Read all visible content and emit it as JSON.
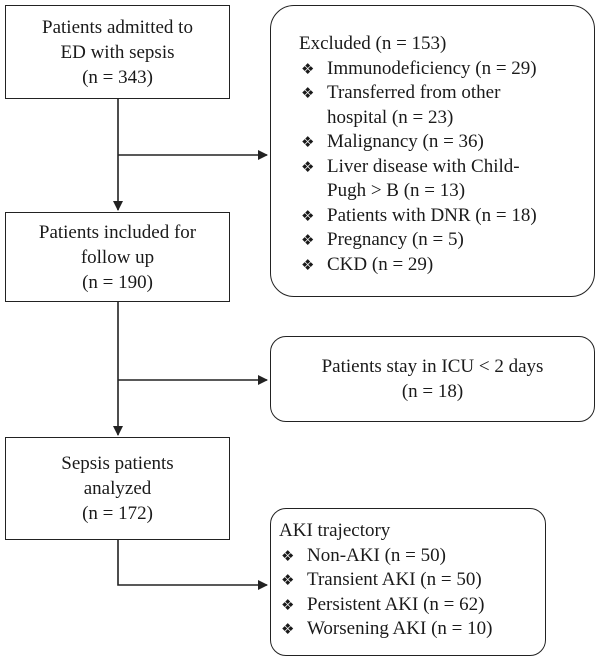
{
  "boxes": {
    "admitted": {
      "lines": [
        "Patients admitted to",
        "ED with sepsis",
        "(n = 343)"
      ]
    },
    "included": {
      "lines": [
        "Patients included for",
        "follow up",
        "(n = 190)"
      ]
    },
    "analyzed": {
      "lines": [
        "Sepsis patients",
        "analyzed",
        "(n = 172)"
      ]
    },
    "icu": {
      "lines": [
        "Patients stay in ICU < 2 days",
        "(n = 18)"
      ]
    },
    "excluded": {
      "title": "Excluded (n = 153)",
      "bullet": "❖",
      "items": [
        {
          "lines": [
            "Immunodeficiency (n = 29)"
          ]
        },
        {
          "lines": [
            "Transferred from other",
            "hospital (n = 23)"
          ]
        },
        {
          "lines": [
            "Malignancy (n = 36)"
          ]
        },
        {
          "lines": [
            "Liver disease with Child-",
            "Pugh > B (n = 13)"
          ]
        },
        {
          "lines": [
            "Patients with DNR (n = 18)"
          ]
        },
        {
          "lines": [
            "Pregnancy (n = 5)"
          ]
        },
        {
          "lines": [
            "CKD (n = 29)"
          ]
        }
      ]
    },
    "aki": {
      "title": "AKI trajectory",
      "bullet": "❖",
      "items": [
        {
          "lines": [
            "Non-AKI (n = 50)"
          ]
        },
        {
          "lines": [
            "Transient AKI (n = 50)"
          ]
        },
        {
          "lines": [
            "Persistent AKI (n = 62)"
          ]
        },
        {
          "lines": [
            "Worsening AKI (n = 10)"
          ]
        }
      ]
    }
  }
}
